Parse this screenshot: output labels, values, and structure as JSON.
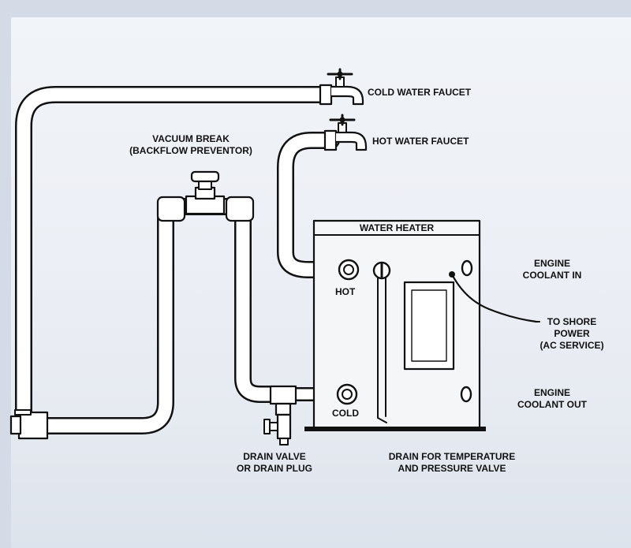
{
  "labels": {
    "cold_faucet": "COLD WATER FAUCET",
    "hot_faucet": "HOT WATER FAUCET",
    "vacuum_break_1": "VACUUM BREAK",
    "vacuum_break_2": "(BACKFLOW PREVENTOR)",
    "water_heater": "WATER HEATER",
    "hot_port": "HOT",
    "cold_port": "COLD",
    "coolant_in_1": "ENGINE",
    "coolant_in_2": "COOLANT IN",
    "shore_power_1": "TO SHORE",
    "shore_power_2": "POWER",
    "shore_power_3": "(AC SERVICE)",
    "coolant_out_1": "ENGINE",
    "coolant_out_2": "COOLANT OUT",
    "drain_valve_1": "DRAIN VALVE",
    "drain_valve_2": "OR DRAIN PLUG",
    "tp_drain_1": "DRAIN FOR TEMPERATURE",
    "tp_drain_2": "AND PRESSURE VALVE"
  },
  "colors": {
    "line": "#111111",
    "pipe_fill": "#ffffff",
    "heater_fill": "#f4f6f8",
    "background": "#d4dbe6"
  }
}
